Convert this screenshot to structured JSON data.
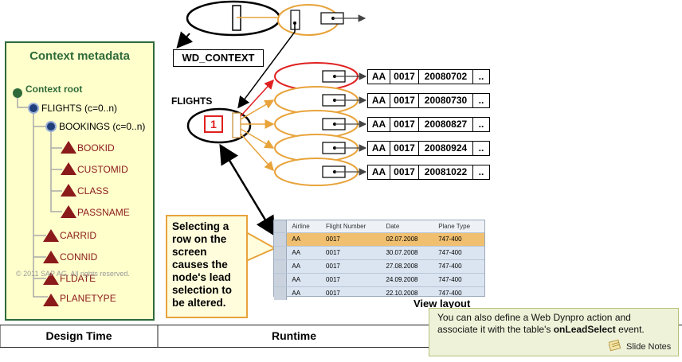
{
  "metadata": {
    "title": "Context metadata",
    "root": "Context root",
    "flights_node": "FLIGHTS (c=0..n)",
    "bookings_node": "BOOKINGS (c=0..n)",
    "bookings_attrs": [
      "BOOKID",
      "CUSTOMID",
      "CLASS",
      "PASSNAME"
    ],
    "flights_attrs": [
      "CARRID",
      "CONNID",
      "FLDATE",
      "PLANETYPE"
    ]
  },
  "copyright": "© 2011 SAP AG. All rights reserved.",
  "runtime": {
    "wd_context_label": "WD_CONTEXT",
    "flights_label": "FLIGHTS",
    "lead_selection_index": "1",
    "rows": [
      {
        "airline": "AA",
        "conn": "0017",
        "date": "20080702",
        "more": ".."
      },
      {
        "airline": "AA",
        "conn": "0017",
        "date": "20080730",
        "more": ".."
      },
      {
        "airline": "AA",
        "conn": "0017",
        "date": "20080827",
        "more": ".."
      },
      {
        "airline": "AA",
        "conn": "0017",
        "date": "20080924",
        "more": ".."
      },
      {
        "airline": "AA",
        "conn": "0017",
        "date": "20081022",
        "more": ".."
      }
    ]
  },
  "callout": "Selecting a row on the screen causes the node's lead selection to be altered.",
  "table": {
    "headers": [
      "Airline",
      "Flight Number",
      "Date",
      "Plane Type"
    ],
    "rows": [
      [
        "AA",
        "0017",
        "02.07.2008",
        "747-400"
      ],
      [
        "AA",
        "0017",
        "30.07.2008",
        "747-400"
      ],
      [
        "AA",
        "0017",
        "27.08.2008",
        "747-400"
      ],
      [
        "AA",
        "0017",
        "24.09.2008",
        "747-400"
      ],
      [
        "AA",
        "0017",
        "22.10.2008",
        "747-400"
      ]
    ],
    "selected_row": 0
  },
  "view_layout_label": "View layout",
  "bottom": {
    "design_time": "Design Time",
    "runtime": "Runtime"
  },
  "slide_notes": {
    "text_before": "You can also define a Web Dynpro action and associate it with the table's ",
    "event": "onLeadSelect",
    "text_after": " event.",
    "button": "Slide Notes"
  },
  "colors": {
    "panel_bg": "#ffffcc",
    "panel_border": "#2f6b3a",
    "orange": "#e8a33a",
    "red": "#e02020",
    "attr_triangle": "#8b1a1a",
    "node_circle": "#1f3f7a",
    "root_circle": "#2f6b3a",
    "selected_row": "#f0c070"
  }
}
